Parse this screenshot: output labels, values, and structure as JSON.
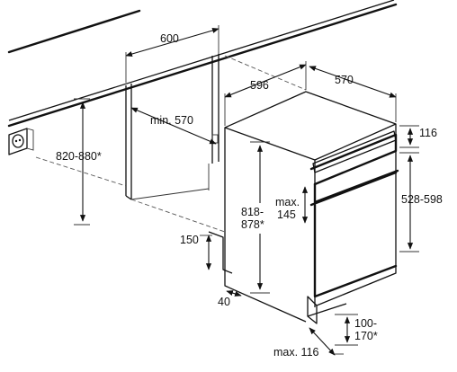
{
  "dimensions": {
    "cabinet_width": "600",
    "min_depth": "min. 570",
    "niche_height": "820-880*",
    "plinth_height": "150",
    "plinth_depth": "40",
    "appliance_width": "596",
    "appliance_depth": "570",
    "top_panel": "116",
    "appliance_height_line1": "818-",
    "appliance_height_line2": "878*",
    "door_offset_line1": "max.",
    "door_offset_line2": "145",
    "front_panel_height": "528-598",
    "foot_height_line1": "100-",
    "foot_height_line2": "170*",
    "max_depth_bottom": "max. 116"
  },
  "icons": {
    "socket": "power-socket-icon"
  }
}
